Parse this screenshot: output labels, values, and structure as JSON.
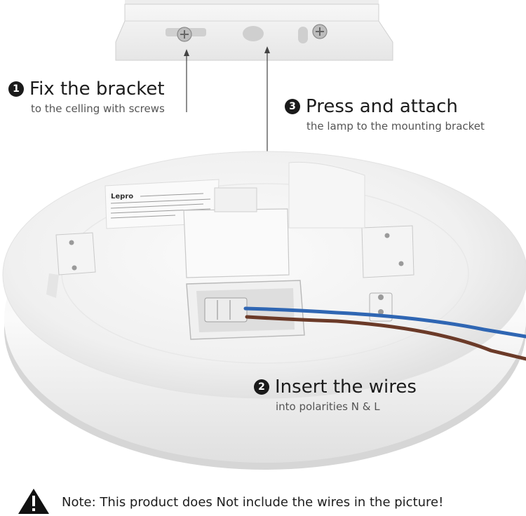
{
  "steps": [
    {
      "number": "1",
      "title": "Fix the bracket",
      "subtitle": "to the celling with screws"
    },
    {
      "number": "2",
      "title": "Insert the wires",
      "subtitle": "into polarities N & L"
    },
    {
      "number": "3",
      "title": "Press and attach",
      "subtitle": "the lamp to the mounting bracket"
    }
  ],
  "label": {
    "brand": "Lepro"
  },
  "note": {
    "label": "Note:",
    "text": "This product does Not include the wires in the picture!"
  },
  "colors": {
    "background": "#ffffff",
    "lamp_body": "#f3f3f3",
    "lamp_shadow": "#d9d9d9",
    "wire_blue": "#2f66b3",
    "wire_brown": "#6b3a28",
    "text": "#1c1c1c",
    "subtext": "#555555"
  },
  "icons": {
    "warning": "warning-triangle-icon"
  }
}
